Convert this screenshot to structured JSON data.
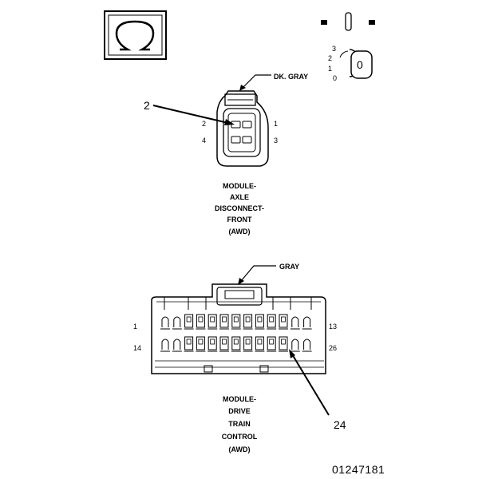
{
  "symbol": {
    "icon": "ohm-icon",
    "glyph": "Ω"
  },
  "ignition_key": {
    "icon": "ignition-key-icon",
    "key_label": "0",
    "positions": [
      "3",
      "2",
      "1",
      "0"
    ]
  },
  "connector_axle": {
    "color_label": "DK. GRAY",
    "callout": "2",
    "pins": [
      "2",
      "1",
      "4",
      "3"
    ],
    "title_lines": [
      "MODULE-",
      "AXLE",
      "DISCONNECT-",
      "FRONT",
      "(AWD)"
    ]
  },
  "connector_drivetrain": {
    "color_label": "GRAY",
    "callout": "24",
    "pin_labels": {
      "top_left": "1",
      "top_right": "13",
      "bottom_left": "14",
      "bottom_right": "26"
    },
    "title_lines": [
      "MODULE-",
      "DRIVE",
      "TRAIN",
      "CONTROL",
      "(AWD)"
    ]
  },
  "figure_id": "01247181"
}
